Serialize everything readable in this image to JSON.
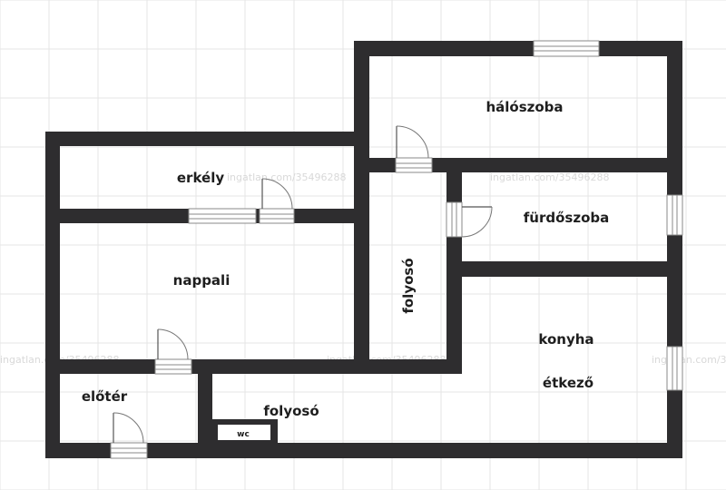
{
  "rooms": {
    "halo": "hálószoba",
    "erkely": "erkély",
    "furdo": "fürdőszoba",
    "nappali": "nappali",
    "folyoso_vertical": "folyosó",
    "konyha": "konyha",
    "etkezo": "étkező",
    "eloter": "előtér",
    "folyoso_horizontal": "folyosó",
    "wc": "wc"
  },
  "watermark": "ingatlan.com/35496288",
  "colors": {
    "wall": "#2e2d2f",
    "grid": "#e6e6e6",
    "background": "#ffffff"
  }
}
